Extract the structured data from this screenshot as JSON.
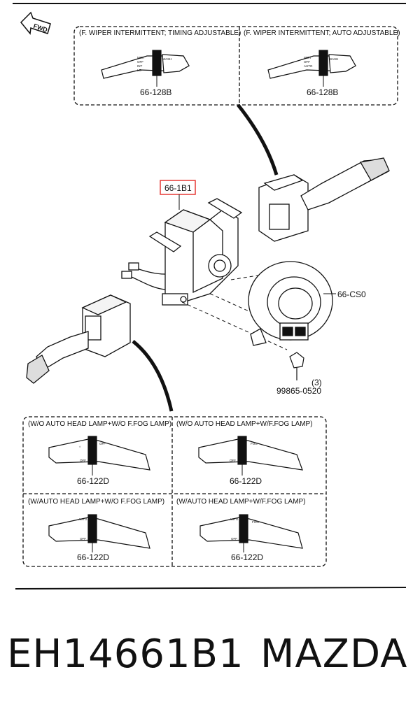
{
  "fwd_label": "FWD",
  "top_group": {
    "left_caption": "(F. WIPER INTERMITTENT; TIMING ADJUSTABLE)",
    "right_caption": "(F. WIPER INTERMITTENT; AUTO ADJUSTABLE)",
    "left_part": "66-128B",
    "right_part": "66-128B"
  },
  "main_parts": {
    "highlight_part": "66-1B1",
    "clock_spring_part": "66-CS0",
    "screw_part": "99865-0520",
    "screw_qty": "(3)"
  },
  "bottom_group": {
    "captions": [
      "(W/O AUTO HEAD LAMP+W/O F.FOG LAMP)",
      "(W/O AUTO HEAD LAMP+W/F.FOG LAMP)",
      "(W/AUTO HEAD LAMP+W/O F.FOG LAMP)",
      "(W/AUTO HEAD LAMP+W/F.FOG LAMP)"
    ],
    "parts": [
      "66-122D",
      "66-122D",
      "66-122D",
      "66-122D"
    ]
  },
  "footer": {
    "part_number": "EH14661B1",
    "brand": "MAZDA"
  },
  "colors": {
    "highlight": "#e53935",
    "line": "#111111"
  }
}
